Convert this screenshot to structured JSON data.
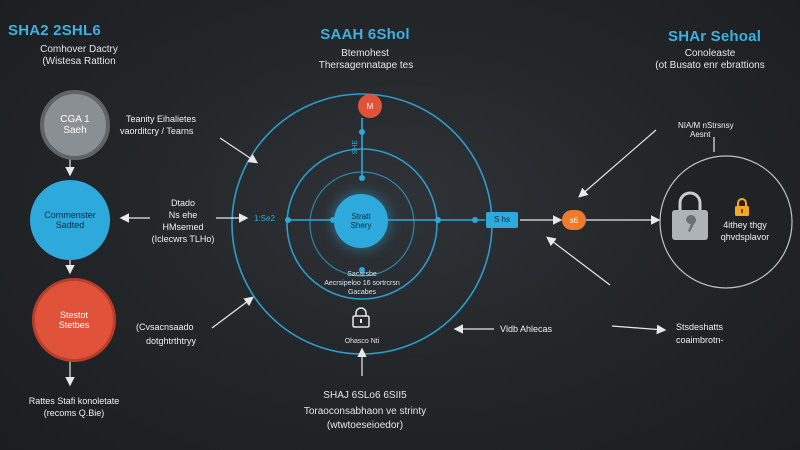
{
  "header": {
    "left_title": "SHA2 2SHL6",
    "left_sub1": "Comhover Dactry",
    "left_sub2": "(Wistesa Rattion",
    "center_title": "SAAH 6Shol",
    "center_sub1": "Btemohest",
    "center_sub2": "Thersagennatape tes",
    "right_title": "SHAr Sehoal",
    "right_sub1": "Conoleaste",
    "right_sub2": "(ot Busato enr ebrattions"
  },
  "left_nodes": {
    "gray_line1": "CGA 1",
    "gray_line2": "Saeh",
    "blue_line1": "Commenster",
    "blue_line2": "Sadted",
    "red_line1": "Stestot",
    "red_line2": "Stetbes",
    "bottom_line1": "Rattes Stafi konoletate",
    "bottom_line2": "(recoms Q.Bie)"
  },
  "left_labels": {
    "top_line1": "Teanity Eihalietes",
    "top_line2": "vaorditcry / Tearns",
    "mid_line1": "Dtado",
    "mid_line2": "Ns ehe",
    "mid_line3": "HMsemed",
    "mid_line4": "(Iclecwrs TLHo)",
    "low_line1": "(Cvsacnsaado",
    "low_line2": "dotghtrthtryy"
  },
  "center": {
    "core_line1": "Stratt",
    "core_line2": "Shery",
    "top_badge": "M",
    "vertical_text": "SHE",
    "left_point": "1:Se2",
    "right_badge": "S hs",
    "inner_note_line1": "Sacarsbe",
    "inner_note_line2": "Aecrsipeloo 16 sortrcrsn",
    "inner_note_line3": "Gacabes",
    "lock_caption": "Ohasco Nti",
    "arrow_label": "Vldb Ahlecas",
    "bottom_line1": "SHAJ 6SLo6 6SII5",
    "bottom_line2": "Toraoconsabhaon ve strinty",
    "bottom_line3": "(wtwtoeseioedor)"
  },
  "right": {
    "orange_badge": "s6",
    "top_note_line1": "NIA/M nStrsnsy",
    "top_note_line2": "Aesnt",
    "lock_line1": "4ithey thgy",
    "lock_line2": "qhvdsplavor",
    "bottom_line1": "Stsdeshatts",
    "bottom_line2": "coaimbrotn-"
  },
  "colors": {
    "accent_blue": "#2ea9dc",
    "red": "#e0533a",
    "orange": "#f07a2a",
    "gray": "#8a8f94"
  }
}
